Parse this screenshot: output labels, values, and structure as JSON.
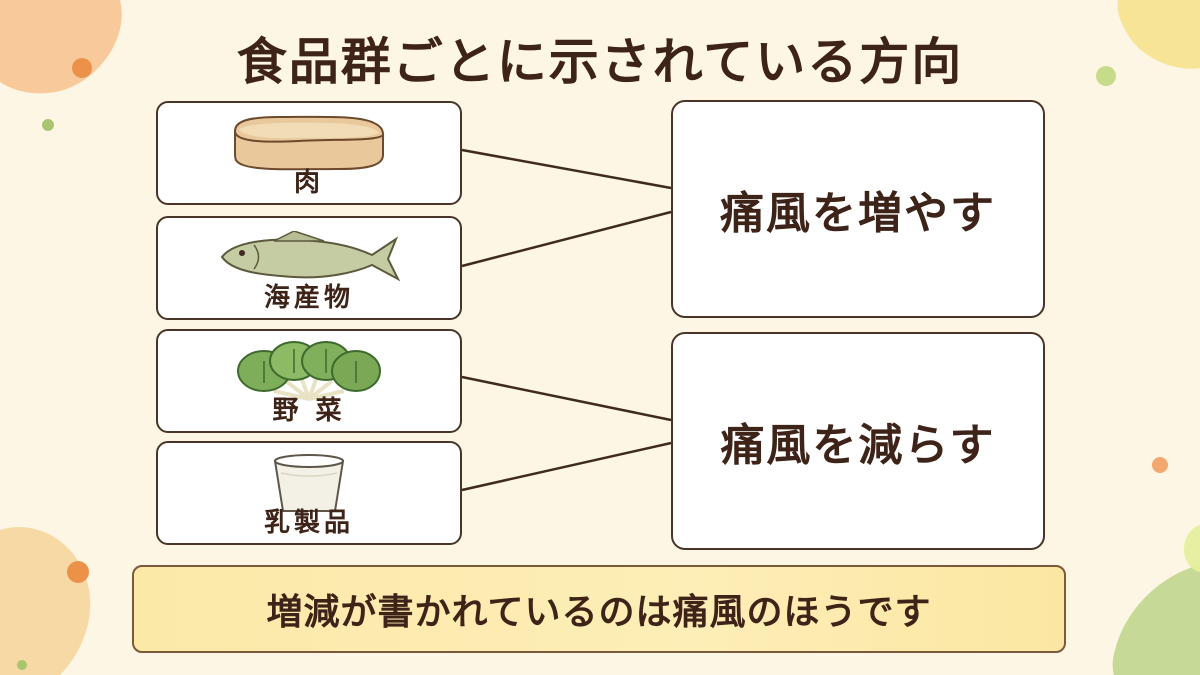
{
  "title": "食品群ごとに示されている方向",
  "food_groups": [
    {
      "label": "肉",
      "icon": "meat-icon"
    },
    {
      "label": "海産物",
      "icon": "fish-icon"
    },
    {
      "label": "野 菜",
      "icon": "vegetable-icon"
    },
    {
      "label": "乳製品",
      "icon": "dairy-cup-icon"
    }
  ],
  "effects": [
    {
      "label": "痛風を増やす"
    },
    {
      "label": "痛風を減らす"
    }
  ],
  "summary": "増減が書かれているのは痛風のほうです",
  "colors": {
    "background": "#fdf6e4",
    "text": "#3e2418",
    "border": "#4a3428",
    "summary_fill": "#fdeeb7",
    "accent_orange": "#f0a56a",
    "accent_green": "#a9c56e"
  }
}
